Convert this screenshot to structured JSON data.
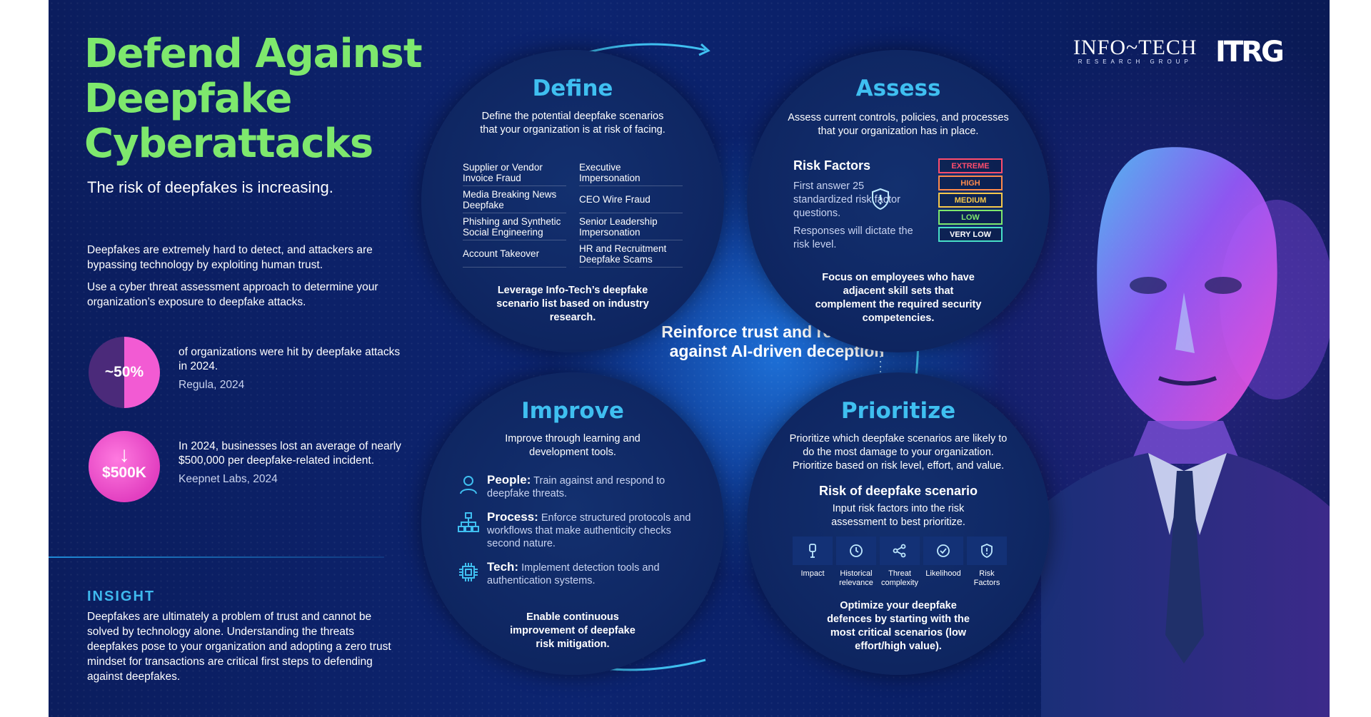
{
  "title": "Defend Against Deepfake Cyberattacks",
  "subtitle": "The risk of deepfakes is increasing.",
  "intro": [
    "Deepfakes are extremely hard to detect, and attackers are bypassing technology by exploiting human trust.",
    "Use a cyber threat assessment approach to determine your organization’s exposure to deepfake attacks."
  ],
  "stats": [
    {
      "value": "~50%",
      "text": "of organizations were hit by deepfake attacks in 2024.",
      "source": "Regula, 2024"
    },
    {
      "value": "$500K",
      "text": "In 2024, businesses lost an average of nearly $500,000 per deepfake-related incident.",
      "source": "Keepnet Labs, 2024"
    }
  ],
  "insight": {
    "heading": "INSIGHT",
    "body": "Deepfakes are ultimately a problem of trust and cannot be solved by technology alone. Understanding the threats deepfakes pose to your organization and adopting a zero trust mindset for transactions are critical first steps to defending against deepfakes."
  },
  "logos": {
    "infotech": "INFO~TECH",
    "infotech_sub": "RESEARCH GROUP",
    "itrg": "ITRG"
  },
  "center": "Reinforce trust and resilience against AI-driven deception",
  "define": {
    "heading": "Define",
    "desc": "Define the potential deepfake scenarios that your organization is at risk of facing.",
    "scenarios": [
      "Supplier or Vendor Invoice Fraud",
      "Executive Impersonation",
      "Media Breaking News Deepfake",
      "CEO Wire Fraud",
      "Phishing and Synthetic Social Engineering",
      "Senior Leadership Impersonation",
      "Account Takeover",
      "HR and Recruitment Deepfake Scams"
    ],
    "footer": "Leverage Info-Tech’s deepfake scenario list based on industry research."
  },
  "assess": {
    "heading": "Assess",
    "desc": "Assess current controls, policies, and processes that your organization has in place.",
    "rf_heading": "Risk Factors",
    "rf_text1": "First answer 25 standardized risk factor questions.",
    "rf_text2": "Responses will dictate the risk level.",
    "levels": [
      {
        "label": "EXTREME",
        "color": "#ff4d6d"
      },
      {
        "label": "HIGH",
        "color": "#ff8a4c"
      },
      {
        "label": "MEDIUM",
        "color": "#f6c84b"
      },
      {
        "label": "LOW",
        "color": "#7ee86d"
      },
      {
        "label": "VERY LOW",
        "color": "#48e0c8"
      }
    ],
    "footer": "Focus on employees who have adjacent skill sets that complement the required security competencies."
  },
  "improve": {
    "heading": "Improve",
    "desc": "Improve through learning and development tools.",
    "items": [
      {
        "label": "People:",
        "text": " Train against and respond to deepfake threats.",
        "icon": "person-icon"
      },
      {
        "label": "Process:",
        "text": " Enforce structured protocols and workflows that make authenticity checks second nature.",
        "icon": "org-chart-icon"
      },
      {
        "label": "Tech:",
        "text": " Implement detection tools and authentication systems.",
        "icon": "chip-icon"
      }
    ],
    "footer": "Enable continuous improvement of deepfake risk mitigation."
  },
  "prioritize": {
    "heading": "Prioritize",
    "desc": "Prioritize which deepfake scenarios are likely to do the most damage to your organization. Prioritize based on risk level, effort, and value.",
    "sub_heading": "Risk of deepfake scenario",
    "sub_desc": "Input risk factors into the risk assessment to best prioritize.",
    "factors": [
      "Impact",
      "Historical relevance",
      "Threat complexity",
      "Likelihood",
      "Risk Factors"
    ],
    "footer": "Optimize your deepfake defences by starting with the most critical scenarios (low effort/high value)."
  },
  "colors": {
    "title_green": "#7ee86d",
    "accent_blue": "#3fbff0",
    "magenta": "#f25bd3"
  }
}
